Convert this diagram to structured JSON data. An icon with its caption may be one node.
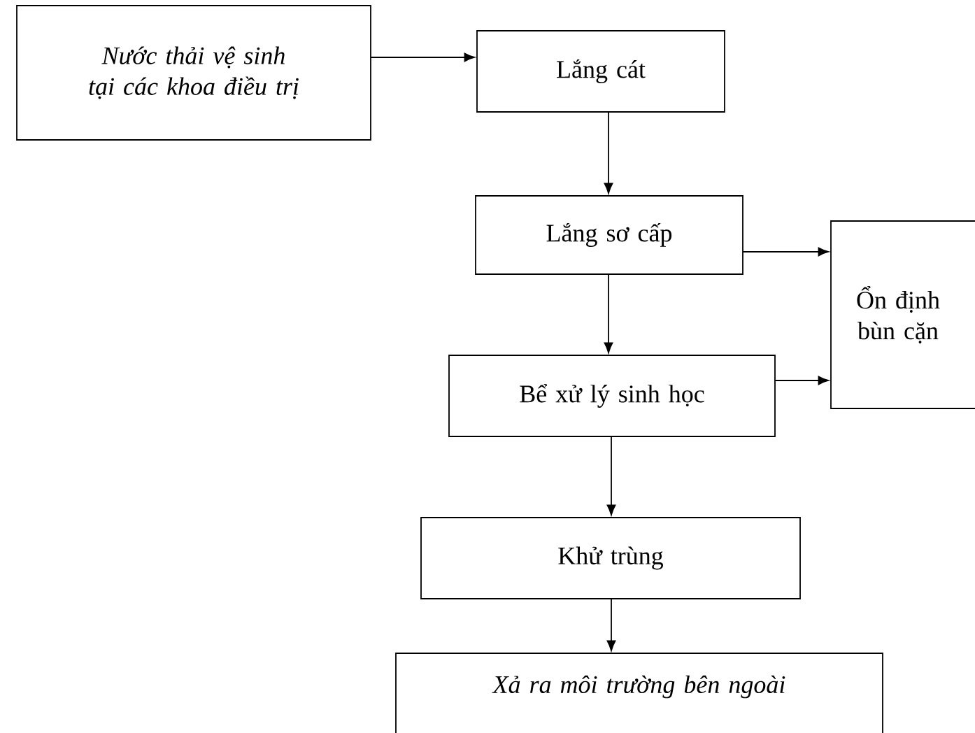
{
  "diagram": {
    "nodes": [
      {
        "text": [
          "Nước thải vệ sinh tại các khoa điều trị"
        ]
      },
      {
        "text": [
          "Lắng cát"
        ]
      },
      {
        "text": [
          "Lắng sơ cấp"
        ]
      },
      {
        "text": [
          "Ổn định bùn cặn"
        ]
      },
      {
        "text": [
          "Bể xử lý sinh học"
        ]
      },
      {
        "text": [
          "Khử trùng"
        ]
      },
      {
        "text": [
          "Xả ra môi trường bên ngoài"
        ]
      }
    ],
    "edges": [
      {
        "from": 0,
        "to": 1,
        "arrow": "to"
      },
      {
        "from": 1,
        "to": 2,
        "arrow": "to"
      },
      {
        "from": 2,
        "to": 3,
        "arrow": "to"
      },
      {
        "from": 2,
        "to": 4,
        "arrow": "to"
      },
      {
        "from": 4,
        "to": 3,
        "arrow": "to"
      },
      {
        "from": 4,
        "to": 5,
        "arrow": "to"
      },
      {
        "from": 5,
        "to": 6,
        "arrow": "to"
      }
    ]
  }
}
